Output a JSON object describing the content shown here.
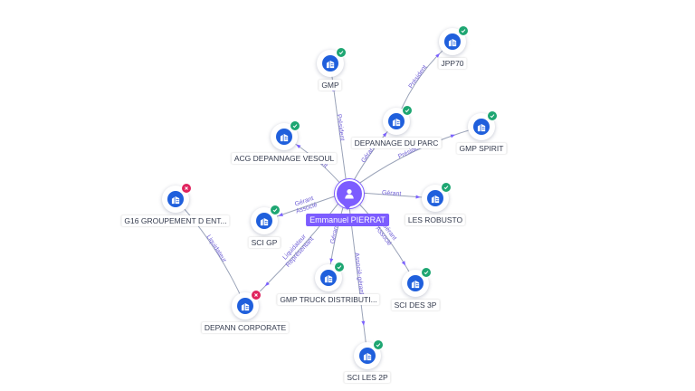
{
  "person": {
    "name": "Emmanuel PIERRAT",
    "icon": "person-icon"
  },
  "companies": [
    {
      "id": "jpp70",
      "name": "JPP70",
      "status": "active"
    },
    {
      "id": "gmp",
      "name": "GMP",
      "status": "active"
    },
    {
      "id": "depannage-du-parc",
      "name": "DEPANNAGE DU PARC",
      "status": "active"
    },
    {
      "id": "gmp-spirit",
      "name": "GMP SPIRIT",
      "status": "active"
    },
    {
      "id": "acg-depannage-vesoul",
      "name": "ACG DEPANNAGE VESOUL",
      "status": "active"
    },
    {
      "id": "g16",
      "name": "G16 GROUPEMENT D ENT...",
      "status": "closed"
    },
    {
      "id": "sci-gp",
      "name": "SCI GP",
      "status": "active"
    },
    {
      "id": "les-robusto",
      "name": "LES ROBUSTO",
      "status": "active"
    },
    {
      "id": "gmp-truck",
      "name": "GMP TRUCK DISTRIBUTI...",
      "status": "active"
    },
    {
      "id": "sci-des-3p",
      "name": "SCI DES 3P",
      "status": "active"
    },
    {
      "id": "depann-corporate",
      "name": "DEPANN CORPORATE",
      "status": "closed"
    },
    {
      "id": "sci-les-2p",
      "name": "SCI LES 2P",
      "status": "active"
    }
  ],
  "relations": [
    {
      "from": "person",
      "to": "gmp",
      "label": "Président"
    },
    {
      "from": "person",
      "to": "acg-depannage-vesoul",
      "label": "Gérant"
    },
    {
      "from": "person",
      "to": "depannage-du-parc",
      "label": "Gérant"
    },
    {
      "from": "depannage-du-parc",
      "to": "jpp70",
      "label": "Président"
    },
    {
      "from": "person",
      "to": "gmp-spirit",
      "label": "Président"
    },
    {
      "from": "person",
      "to": "les-robusto",
      "label": "Gérant"
    },
    {
      "from": "person",
      "to": "sci-gp",
      "label": "Gérant Associé"
    },
    {
      "from": "person",
      "to": "depann-corporate",
      "label": "Liquidateur Représentant"
    },
    {
      "from": "depann-corporate",
      "to": "g16",
      "label": "Liquidateur"
    },
    {
      "from": "person",
      "to": "gmp-truck",
      "label": "Gérant"
    },
    {
      "from": "person",
      "to": "sci-les-2p",
      "label": "Associé-gérant"
    },
    {
      "from": "person",
      "to": "sci-des-3p",
      "label": "Gérant Associé"
    }
  ],
  "icons": {
    "company": "building-icon",
    "active": "check-badge-icon",
    "closed": "cross-badge-icon"
  },
  "colors": {
    "person": "#7c5cff",
    "company": "#1f5fdc",
    "active": "#1ea672",
    "closed": "#e0245e",
    "edge": "#9aa3b8"
  }
}
